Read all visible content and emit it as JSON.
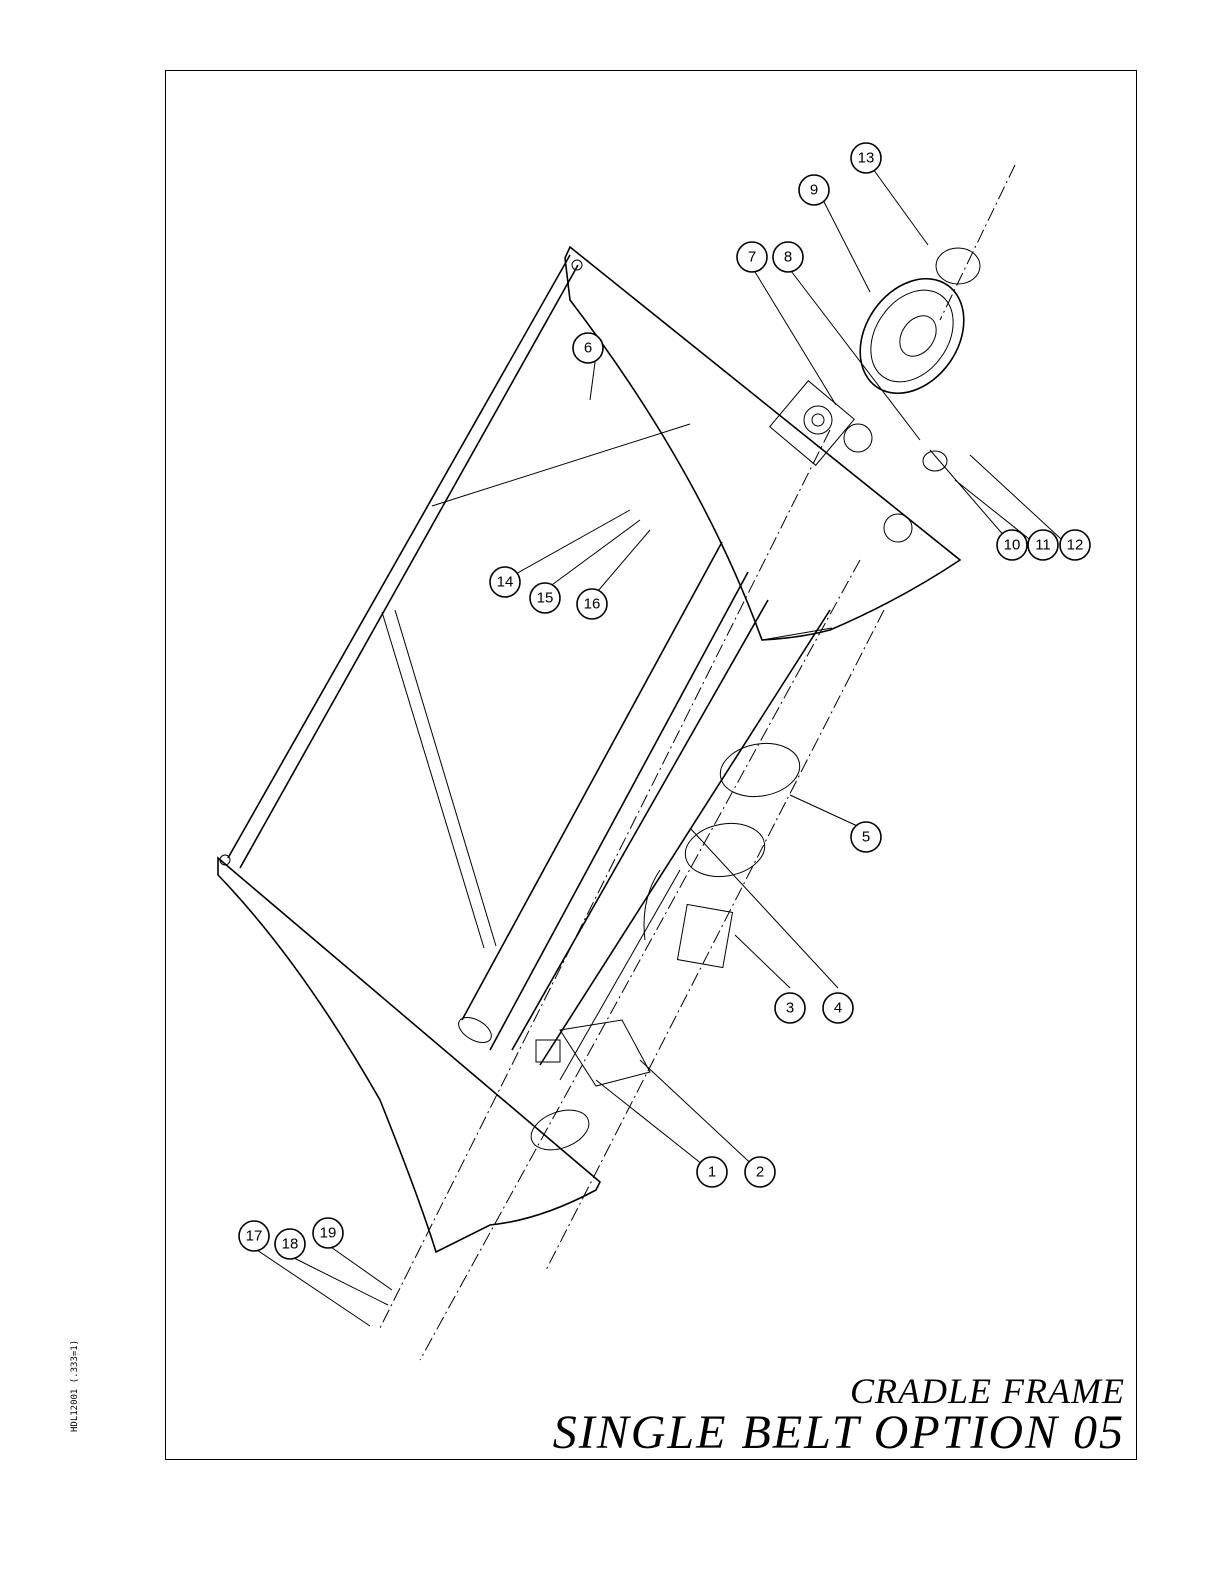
{
  "title": {
    "line1": "CRADLE FRAME",
    "line2": "SINGLE BELT OPTION 05"
  },
  "drawing_code": "HDL12001 (.333=1)",
  "callouts": [
    "1",
    "2",
    "3",
    "4",
    "5",
    "6",
    "7",
    "8",
    "9",
    "10",
    "11",
    "12",
    "13",
    "14",
    "15",
    "16",
    "17",
    "18",
    "19"
  ]
}
